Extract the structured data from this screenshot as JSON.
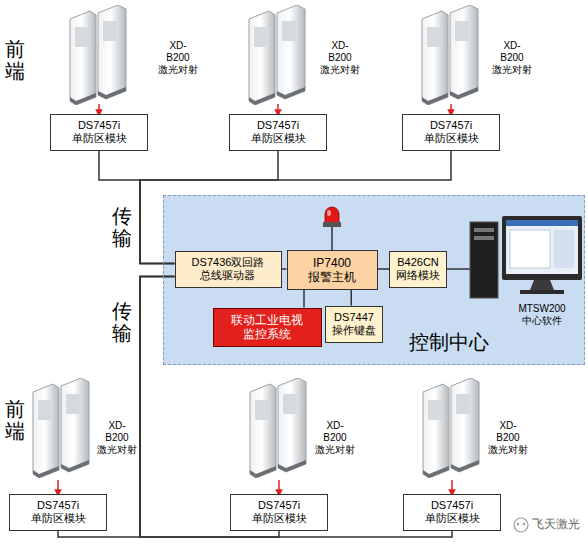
{
  "diagram": {
    "nodes": [
      {
        "text": [
          "DS7457i 单防区模块"
        ]
      },
      {
        "text": [
          "DS7457i 单防区模块"
        ]
      },
      {
        "text": [
          "DS7457i 单防区模块"
        ]
      },
      {
        "text": [
          "控制中心"
        ]
      },
      {
        "text": [
          "DS7436双回路 总线驱动器"
        ],
        "in": 3
      },
      {
        "text": [
          "IP7400 报警主机"
        ],
        "in": 3
      },
      {
        "text": [
          "B426CN 网络模块"
        ],
        "in": 3
      },
      {
        "text": [
          "联动工业电视 监控系统"
        ],
        "in": 3
      },
      {
        "text": [
          "DS7447 操作键盘"
        ],
        "in": 3
      },
      {
        "text": [
          "DS7457i 单防区模块"
        ]
      },
      {
        "text": [
          "DS7457i 单防区模块"
        ]
      },
      {
        "text": [
          "DS7457i 单防区模块"
        ]
      }
    ],
    "edges": [
      {
        "from": 0,
        "to": 4,
        "arrow": "none"
      },
      {
        "from": 1,
        "to": 4,
        "arrow": "none"
      },
      {
        "from": 2,
        "to": 4,
        "arrow": "none"
      },
      {
        "from": 4,
        "to": 5,
        "arrow": "none"
      },
      {
        "from": 5,
        "to": 6,
        "arrow": "none"
      },
      {
        "from": 5,
        "to": 7,
        "arrow": "none"
      },
      {
        "from": 5,
        "to": 8,
        "arrow": "none"
      },
      {
        "from": 4,
        "to": 9,
        "arrow": "none"
      },
      {
        "from": 4,
        "to": 10,
        "arrow": "none"
      },
      {
        "from": 4,
        "to": 11,
        "arrow": "none"
      }
    ],
    "labels": [
      "前端",
      "XD-B200 激光对射",
      "XD-B200 激光对射",
      "XD-B200 激光对射",
      "传输",
      "传输",
      "MTSW200 中心软件",
      "前端",
      "XD-B200 激光对射",
      "XD-B200 激光对射",
      "XD-B200 激光对射",
      "飞天激光"
    ]
  }
}
